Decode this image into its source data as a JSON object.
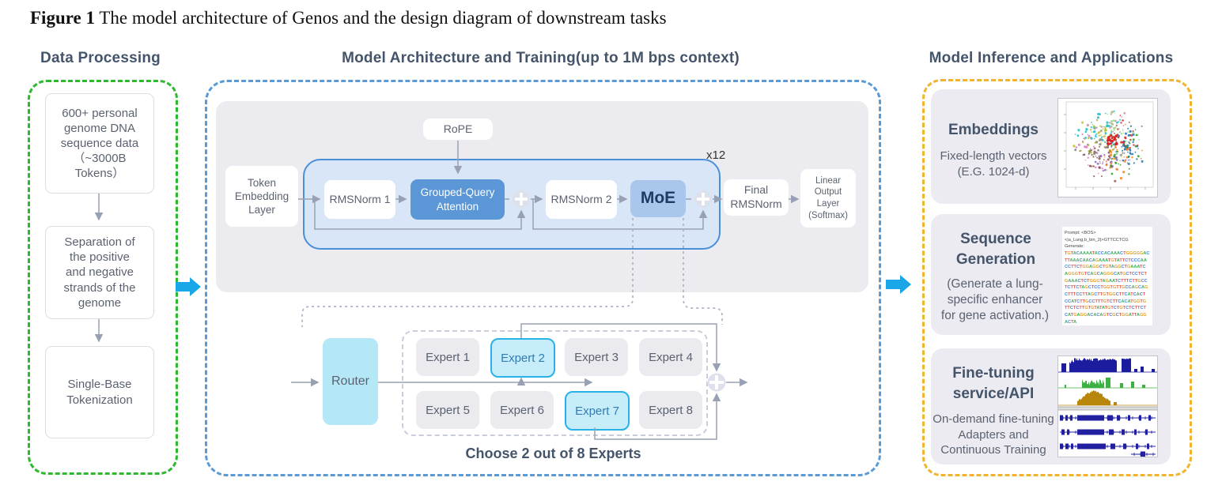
{
  "title": {
    "prefix": "Figure 1",
    "text": " The model architecture of Genos and the design diagram of downstream tasks"
  },
  "headers": {
    "left": "Data Processing",
    "middle": "Model Architecture and Training(up to 1M bps context)",
    "right": "Model Inference and Applications"
  },
  "data_processing": {
    "steps": [
      "600+ personal\ngenome DNA\nsequence data\n（~3000B\nTokens）",
      "Separation of\nthe positive\nand negative\nstrands of the\ngenome",
      "Single-Base\nTokenization"
    ]
  },
  "model_architecture": {
    "rope": "RoPE",
    "token_embedding": "Token\nEmbedding\nLayer",
    "rmsnorm1": "RMSNorm 1",
    "gqa": "Grouped-Query\nAttention",
    "rmsnorm2": "RMSNorm 2",
    "moe": "MoE",
    "repeat_label": "x12",
    "final_rmsnorm": "Final\nRMSNorm",
    "linear_output": "Linear\nOutput\nLayer\n(Softmax)",
    "experts": {
      "router": "Router",
      "items": [
        "Expert 1",
        "Expert 2",
        "Expert 3",
        "Expert 4",
        "Expert 5",
        "Expert 6",
        "Expert 7",
        "Expert 8"
      ],
      "selected_indices": [
        1,
        6
      ],
      "caption": "Choose 2 out of 8 Experts"
    }
  },
  "inference": {
    "embeddings": {
      "title": "Embeddings",
      "body": "Fixed-length vectors\n(E.G. 1024-d)"
    },
    "sequence_generation": {
      "title": "Sequence\nGeneration",
      "body": "(Generate a lung-\nspecific enhancer\nfor gene activation.)",
      "prompt_label": "Prompt: <BOS>",
      "prompt_tokens": "<|a_Lung,b_bin_2|>GTTCCTCG",
      "generate_label": "Generate:",
      "generated_sequence": [
        "TGTACAAAATACCACAAACTGGGGGAC",
        "TTAAACAACAGAAATGTATTCTCCCAA",
        "CCTTCTGGAGGCTGTAGGCTGAAATC",
        "AGGGTGTCAGCAGGGCATGCTCCTCT",
        "GAAACTCTGGGTAGAATCTTTCTTGCC",
        "TCTTCTAGCTCCTGGTGTTGCCAGCAG",
        "CTTTCCTTAGCTTGTGGCTTCATCACT",
        "CCATCTTGCCTTTGTCTTCACATGGTG",
        "TTCTCTTGTGTATATGTCTGTCTCTTCT",
        "CATGAGGACACAGTCGCTGGATTAGG",
        "ACTA"
      ],
      "base_colors": {
        "A": "#3fae5c",
        "T": "#e0564a",
        "G": "#dfa028",
        "C": "#4a82d6"
      }
    },
    "fine_tuning": {
      "title": "Fine-tuning\nservice/API",
      "body": "On-demand fine-tuning\nAdapters and\nContinuous Training"
    }
  },
  "colors": {
    "section_green": "#2eb82e",
    "section_blue": "#5b9bd5",
    "section_yellow": "#f1b42c",
    "flow_arrow_cyan": "#1aa7e9",
    "header_text": "#44546a",
    "body_text": "#5b6270",
    "connector_gray": "#98a1b3",
    "layer_block_fill": "#d9e6f7",
    "layer_block_border": "#4a90d9",
    "gqa_fill": "#5b96d6",
    "moe_fill": "#a9c7ec",
    "router_fill": "#b5e8f7",
    "selected_expert_fill": "#c7ecfa",
    "selected_expert_border": "#29b2e8"
  },
  "decor": {
    "scatter_palette": [
      "#d62728",
      "#1f77b4",
      "#2ca02c",
      "#ff7f0e",
      "#9467bd",
      "#8c564b",
      "#e377c2",
      "#7f7f7f",
      "#bcbd22",
      "#17becf",
      "#c49c94",
      "#98df8a"
    ],
    "track_colors": {
      "coverage_top": "#1c1c9e",
      "coverage_mid": "#3cb043",
      "coverage_bottom": "#b8860b",
      "gene_model": "#2020a0"
    }
  }
}
